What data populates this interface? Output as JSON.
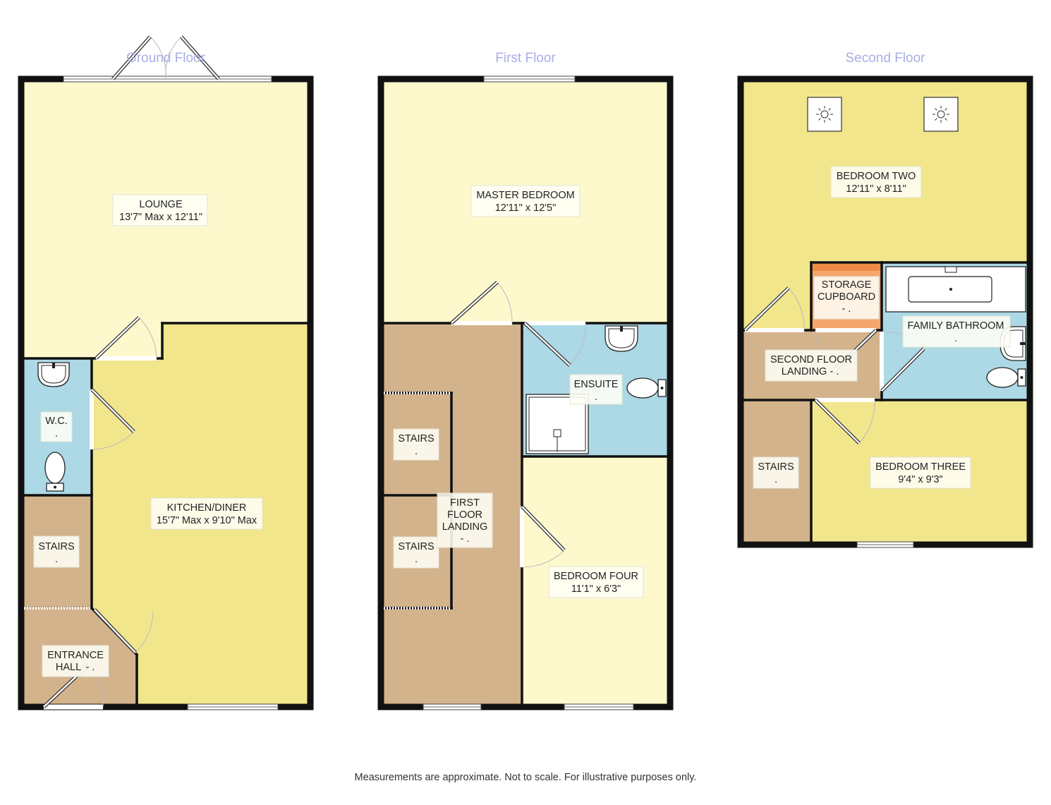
{
  "floors": [
    {
      "id": "ground",
      "title": "Ground Floor"
    },
    {
      "id": "first",
      "title": "First Floor"
    },
    {
      "id": "second",
      "title": "Second Floor"
    }
  ],
  "rooms": {
    "lounge": {
      "name": "LOUNGE",
      "dims": "13'7\" Max x 12'11\""
    },
    "kitchen": {
      "name": "KITCHEN/DINER",
      "dims": "15'7\" Max x 9'10\" Max"
    },
    "wc": {
      "name": "W.C.",
      "dims": "."
    },
    "stairs_ground": {
      "name": "STAIRS",
      "dims": "."
    },
    "entrance_hall": {
      "name": "ENTRANCE",
      "name2": "HALL",
      "dims": "- ."
    },
    "master_bedroom": {
      "name": "MASTER BEDROOM",
      "dims": "12'11\" x 12'5\""
    },
    "ensuite": {
      "name": "ENSUITE",
      "dims": "."
    },
    "stairs_first_a": {
      "name": "STAIRS",
      "dims": "."
    },
    "stairs_first_b": {
      "name": "STAIRS",
      "dims": "."
    },
    "first_landing": {
      "name": "FIRST",
      "name2": "FLOOR",
      "name3": "LANDING",
      "dims": "- ."
    },
    "bedroom_four": {
      "name": "BEDROOM FOUR",
      "dims": "11'1\" x 6'3\""
    },
    "bedroom_two": {
      "name": "BEDROOM TWO",
      "dims": "12'11\" x 8'11\""
    },
    "storage": {
      "name": "STORAGE",
      "name2": "CUPBOARD",
      "dims": "- ."
    },
    "family_bathroom": {
      "name": "FAMILY BATHROOM",
      "dims": "."
    },
    "second_landing": {
      "name": "SECOND FLOOR",
      "name2": "LANDING",
      "dims": "- ."
    },
    "stairs_second": {
      "name": "STAIRS",
      "dims": "."
    },
    "bedroom_three": {
      "name": "BEDROOM THREE",
      "dims": "9'4\" x 9'3\""
    }
  },
  "colors": {
    "light_yellow": "#fdf9cd",
    "yellow": "#f1e68c",
    "tan": "#d3b38c",
    "blue": "#add8e6",
    "orange": "#f4a66c",
    "wall": "#111111"
  },
  "icons": [
    "skylight-icon",
    "basin-icon",
    "toilet-icon",
    "shower-icon",
    "bath-icon",
    "door-icon",
    "window-icon"
  ],
  "footer": "Measurements are approximate. Not to scale. For illustrative purposes only."
}
